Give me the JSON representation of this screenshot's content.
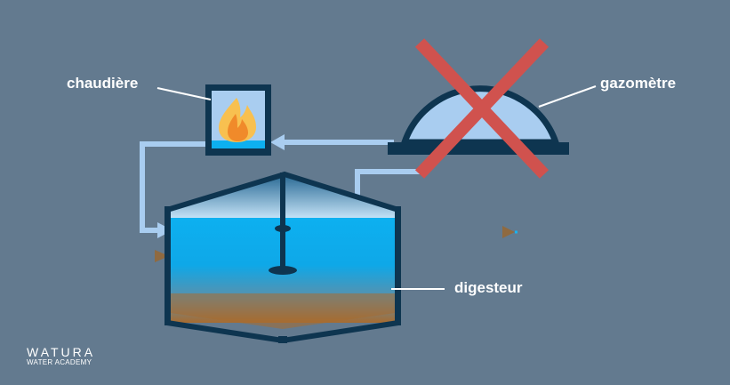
{
  "labels": {
    "boiler": "chaudière",
    "gasholder": "gazomètre",
    "digester": "digesteur"
  },
  "logo": {
    "brand": "WATURA",
    "subtitle": "WATER ACADEMY"
  },
  "colors": {
    "background": "#637a8f",
    "pipe": "#a9cdf0",
    "tank_outline": "#0e3550",
    "liquid": "#0db0f0",
    "sludge": "#a86c30",
    "cross": "#d0524e",
    "flame_outer": "#f8c050",
    "flame_inner": "#f08a2a"
  },
  "icons": {
    "boiler": "flame-icon",
    "gasholder_status": "cross-icon"
  }
}
